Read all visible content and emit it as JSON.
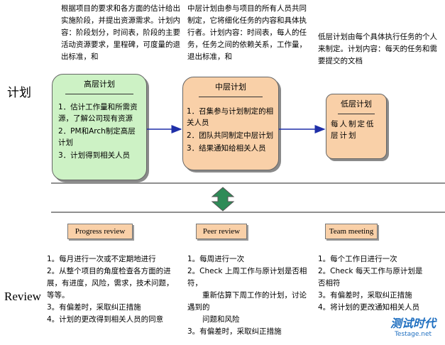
{
  "side_labels": {
    "plan": "计划",
    "review": "Review"
  },
  "descriptions": {
    "high": "根据项目的要求和各方面的估计给出实施阶段，并提出资源需求。计划内容：阶段划分，时间表，阶段的主要活动资源要求，里程碑，可度量的退出标准，和",
    "mid": "中层计划由参与项目的所有人员共同制定，它将细化任务的内容和具体执行者。计划内容：时间表，每人的任务，任务之间的依赖关系，工作量，退出标准，和",
    "low": "低层计划由每个具体执行任务的个人来制定。计划内容：每天的任务和需要提交的文档"
  },
  "high_box": {
    "title": "高层计划",
    "items": [
      "1．估计工作量和所需资源，了解公司现有资源",
      "2．PM和Arch制定高层计划",
      "3．计划得到相关人员"
    ],
    "color": "#cdf2c5"
  },
  "mid_box": {
    "title": "中层计划",
    "items": [
      "1．召集参与计划制定的相关人员",
      "2．团队共同制定中层计划",
      "3．结果通知给相关人员"
    ],
    "color": "#f9d0a8"
  },
  "low_box": {
    "title": "低层计划",
    "body": "每人制定低层计划",
    "color": "#f9d0a8"
  },
  "reviews": [
    {
      "label": "Progress review",
      "items": [
        "1。每月进行一次或不定期地进行",
        "2。从整个项目的角度检查各方面的进展，有进度，风险，需求，技术问题，等等。",
        "3。有偏差时，采取纠正措施",
        "4。计划的更改得到相关人员的同意"
      ]
    },
    {
      "label": "Peer review",
      "items": [
        "1。每周进行一次",
        "2。Check 上周工作与原计划是否相符，",
        "　　重新估算下周工作的计划，讨论遇到的",
        "　　问题和风险",
        "3。有偏差时，采取纠正措施"
      ]
    },
    {
      "label": "Team meeting",
      "items": [
        "1。每个工作日进行一次",
        "2。Check 每天工作与原计划是否相符",
        "3。有偏差时，采取纠正措施",
        "4。将计划的更改通知相关人员"
      ]
    }
  ],
  "watermark": {
    "title": "测试时代",
    "url": "Testage.net"
  },
  "colors": {
    "arrow": "#1f2fa8",
    "updown": "#2e8b57"
  }
}
